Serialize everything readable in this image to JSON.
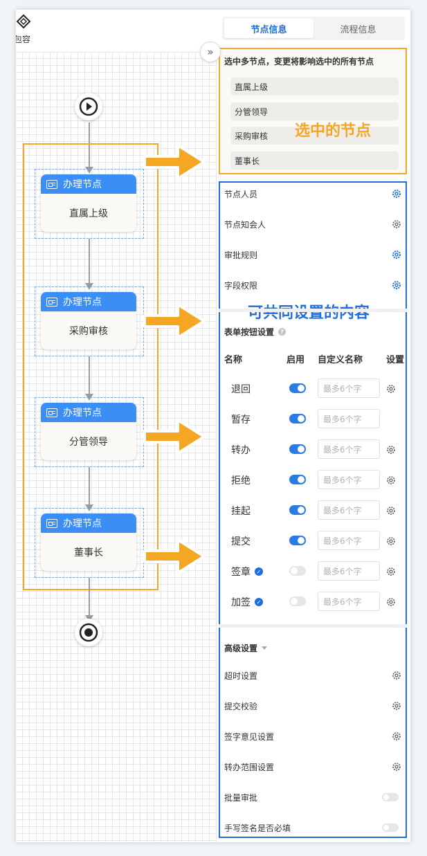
{
  "toolbar": {
    "label": "包容",
    "icon": "diamond-icon"
  },
  "canvas": {
    "nodes": [
      {
        "header": "办理节点",
        "name": "直属上级"
      },
      {
        "header": "办理节点",
        "name": "采购审核"
      },
      {
        "header": "办理节点",
        "name": "分管领导"
      },
      {
        "header": "办理节点",
        "name": "董事长"
      }
    ],
    "start_icon": "play-icon",
    "end_icon": "stop-icon"
  },
  "panel": {
    "tabs": [
      {
        "label": "节点信息",
        "active": true
      },
      {
        "label": "流程信息",
        "active": false
      }
    ],
    "selection": {
      "title": "选中多节点，变更将影响选中的所有节点",
      "items": [
        "直属上级",
        "分管领导",
        "采购审核",
        "董事长"
      ],
      "annotation": "选中的节点"
    },
    "common": {
      "annotation": "可共同设置的内容",
      "settings": [
        {
          "label": "节点人员"
        },
        {
          "label": "节点知会人"
        },
        {
          "label": "审批规则"
        },
        {
          "label": "字段权限"
        }
      ]
    },
    "form_buttons": {
      "title": "表单按钮设置",
      "headers": {
        "name": "名称",
        "enabled": "启用",
        "custom": "自定义名称",
        "settings": "设置"
      },
      "placeholder": "最多6个字",
      "rows": [
        {
          "name": "退回",
          "enabled": true,
          "gear": true,
          "badge": false
        },
        {
          "name": "暂存",
          "enabled": true,
          "gear": false,
          "badge": false
        },
        {
          "name": "转办",
          "enabled": true,
          "gear": true,
          "badge": false
        },
        {
          "name": "拒绝",
          "enabled": true,
          "gear": true,
          "badge": false
        },
        {
          "name": "挂起",
          "enabled": true,
          "gear": true,
          "badge": false
        },
        {
          "name": "提交",
          "enabled": true,
          "gear": true,
          "badge": false
        },
        {
          "name": "签章",
          "enabled": false,
          "gear": true,
          "badge": true
        },
        {
          "name": "加签",
          "enabled": false,
          "gear": true,
          "badge": true
        }
      ]
    },
    "advanced": {
      "title": "高级设置",
      "items": [
        {
          "label": "超时设置",
          "control": "gear"
        },
        {
          "label": "提交校验",
          "control": "gear"
        },
        {
          "label": "签字意见设置",
          "control": "gear"
        },
        {
          "label": "转办范围设置",
          "control": "gear"
        },
        {
          "label": "批量审批",
          "control": "toggle"
        },
        {
          "label": "手写签名是否必填",
          "control": "toggle"
        }
      ]
    }
  },
  "colors": {
    "accent": "#3a8ef6",
    "annotation_orange": "#f5a623",
    "annotation_blue": "#1e6fd9"
  }
}
